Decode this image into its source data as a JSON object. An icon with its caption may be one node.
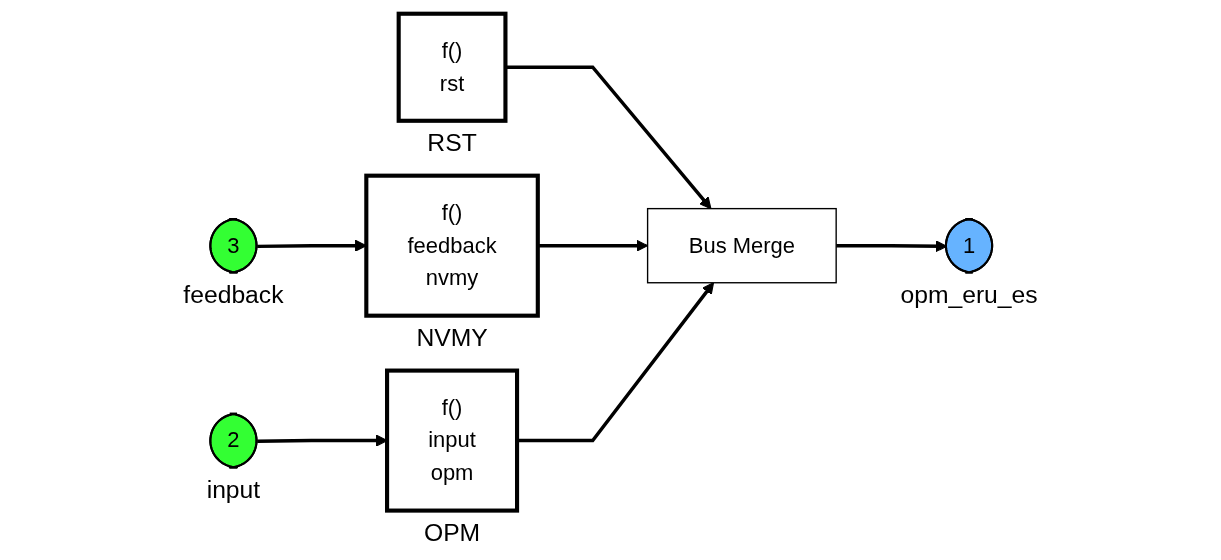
{
  "diagram": {
    "nodes": [
      {
        "text": [
          "f()",
          "rst"
        ],
        "beside": [
          "RST"
        ]
      },
      {
        "text": [
          "f()",
          "feedback",
          "nvmy"
        ],
        "beside": [
          "NVMY"
        ]
      },
      {
        "text": [
          "3"
        ],
        "beside": [
          "feedback"
        ]
      },
      {
        "text": [
          "Bus Merge"
        ]
      },
      {
        "text": [
          "1"
        ],
        "beside": [
          "opm_eru_es"
        ]
      },
      {
        "text": [
          "f()",
          "input",
          "opm"
        ],
        "beside": [
          "OPM"
        ]
      },
      {
        "text": [
          "2"
        ],
        "beside": [
          "input"
        ]
      }
    ],
    "edges": [
      {
        "from": 0,
        "to": 3,
        "arrow": "to"
      },
      {
        "from": 2,
        "to": 1,
        "arrow": "to"
      },
      {
        "from": 1,
        "to": 3,
        "arrow": "to"
      },
      {
        "from": 3,
        "to": 4,
        "arrow": "to"
      },
      {
        "from": 6,
        "to": 5,
        "arrow": "to"
      },
      {
        "from": 5,
        "to": 3,
        "arrow": "to"
      }
    ]
  }
}
